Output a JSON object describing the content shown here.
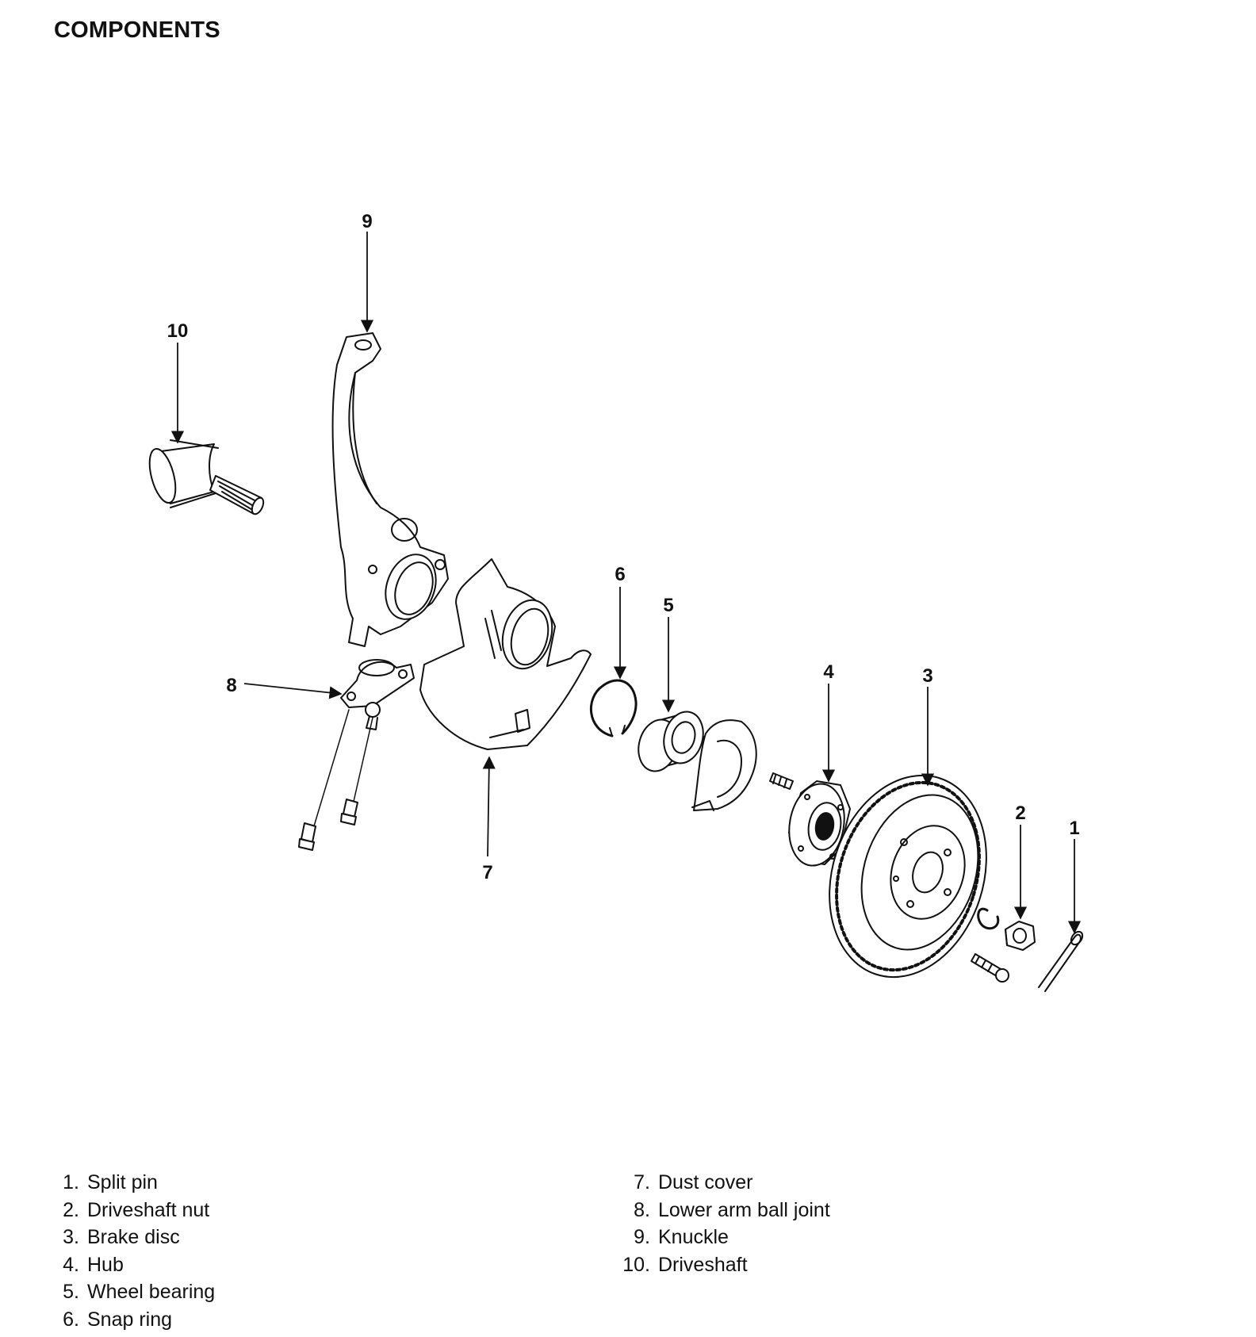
{
  "page": {
    "title": "COMPONENTS"
  },
  "callouts": [
    "1",
    "2",
    "3",
    "4",
    "5",
    "6",
    "7",
    "8",
    "9",
    "10"
  ],
  "parts": [
    {
      "num": "1.",
      "name": "Split pin"
    },
    {
      "num": "2.",
      "name": "Driveshaft nut"
    },
    {
      "num": "3.",
      "name": "Brake disc"
    },
    {
      "num": "4.",
      "name": "Hub"
    },
    {
      "num": "5.",
      "name": "Wheel bearing"
    },
    {
      "num": "6.",
      "name": "Snap ring"
    },
    {
      "num": "7.",
      "name": "Dust cover"
    },
    {
      "num": "8.",
      "name": "Lower arm ball joint"
    },
    {
      "num": "9.",
      "name": "Knuckle"
    },
    {
      "num": "10.",
      "name": "Driveshaft"
    }
  ]
}
